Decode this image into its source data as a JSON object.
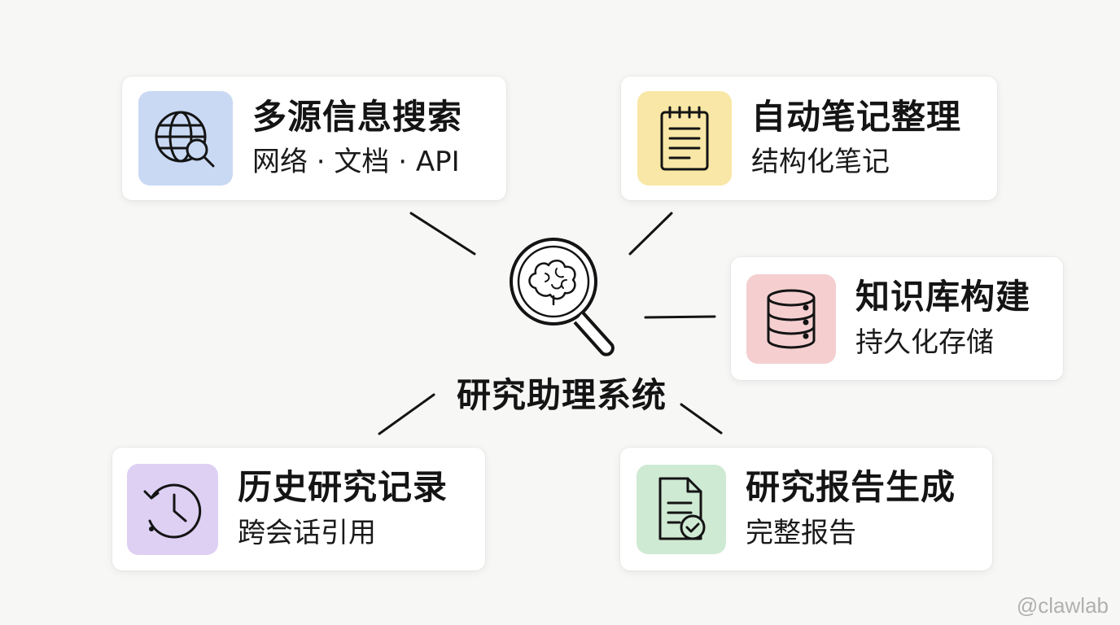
{
  "center": {
    "title": "研究助理系统",
    "icon": "brain-magnifier-icon"
  },
  "features": {
    "search": {
      "title": "多源信息搜索",
      "subtitle": "网络 · 文档 · API",
      "icon": "globe-search-icon",
      "color": "#c9d9f3"
    },
    "notes": {
      "title": "自动笔记整理",
      "subtitle": "结构化笔记",
      "icon": "notepad-icon",
      "color": "#f8e7a6"
    },
    "kb": {
      "title": "知识库构建",
      "subtitle": "持久化存储",
      "icon": "database-icon",
      "color": "#f5cfd0"
    },
    "history": {
      "title": "历史研究记录",
      "subtitle": "跨会话引用",
      "icon": "history-clock-icon",
      "color": "#ddd0f3"
    },
    "report": {
      "title": "研究报告生成",
      "subtitle": "完整报告",
      "icon": "document-check-icon",
      "color": "#cfead3"
    }
  },
  "watermark": "@clawlab"
}
